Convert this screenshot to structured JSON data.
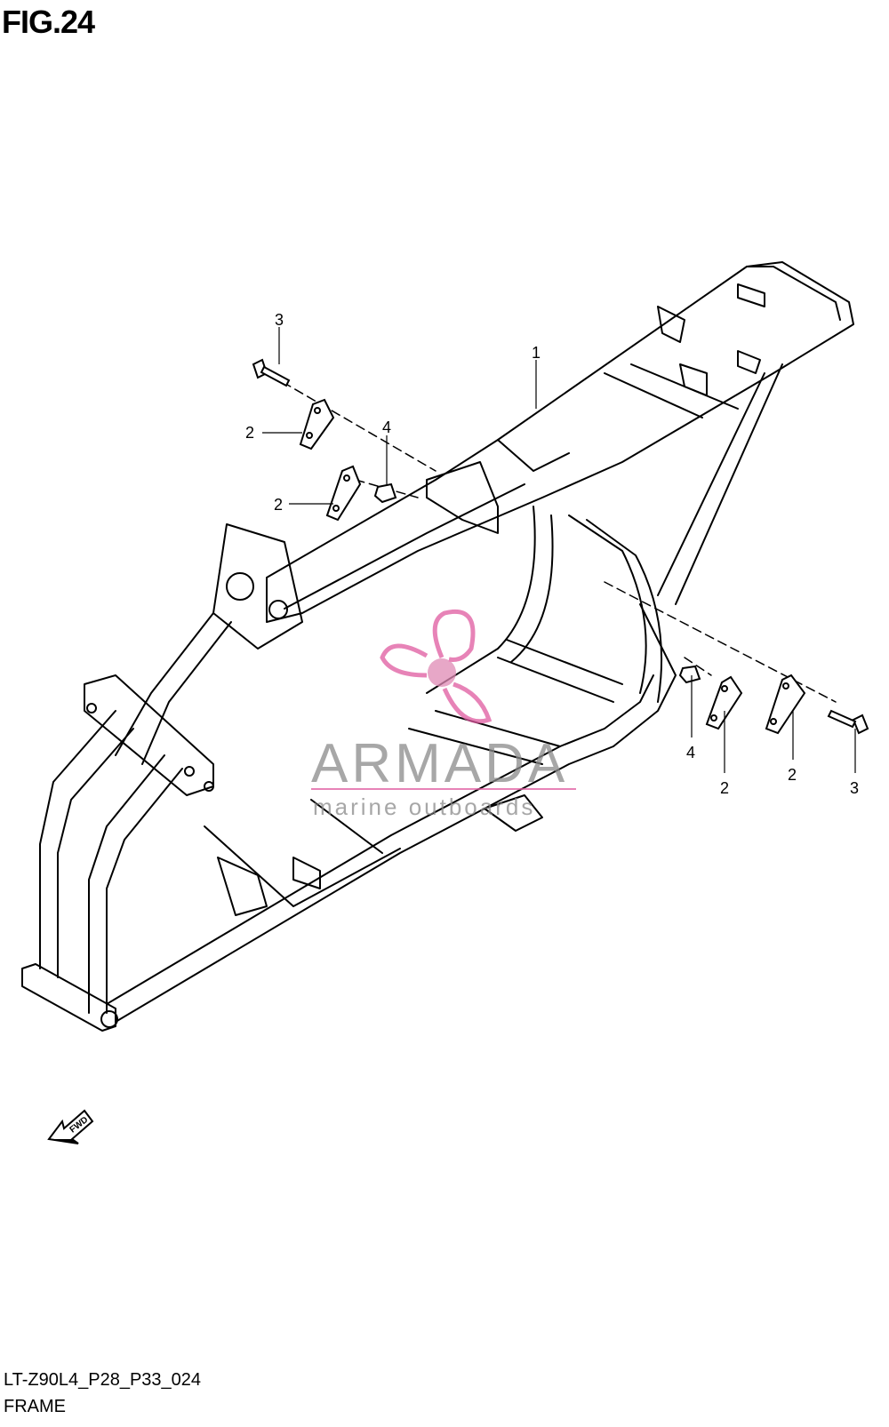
{
  "figure": {
    "title": "FIG.24",
    "code": "LT-Z90L4_P28_P33_024",
    "caption": "FRAME"
  },
  "callouts": [
    {
      "id": "c1",
      "label": "1"
    },
    {
      "id": "c3a",
      "label": "3"
    },
    {
      "id": "c2a",
      "label": "2"
    },
    {
      "id": "c4a",
      "label": "4"
    },
    {
      "id": "c2b",
      "label": "2"
    },
    {
      "id": "c4b",
      "label": "4"
    },
    {
      "id": "c2c",
      "label": "2"
    },
    {
      "id": "c2d",
      "label": "2"
    },
    {
      "id": "c3b",
      "label": "3"
    }
  ],
  "fwd_arrow": {
    "label": "FWD"
  },
  "watermark": {
    "name": "ARMADA",
    "tagline": "marine outboards",
    "color": "#e05aa0"
  }
}
